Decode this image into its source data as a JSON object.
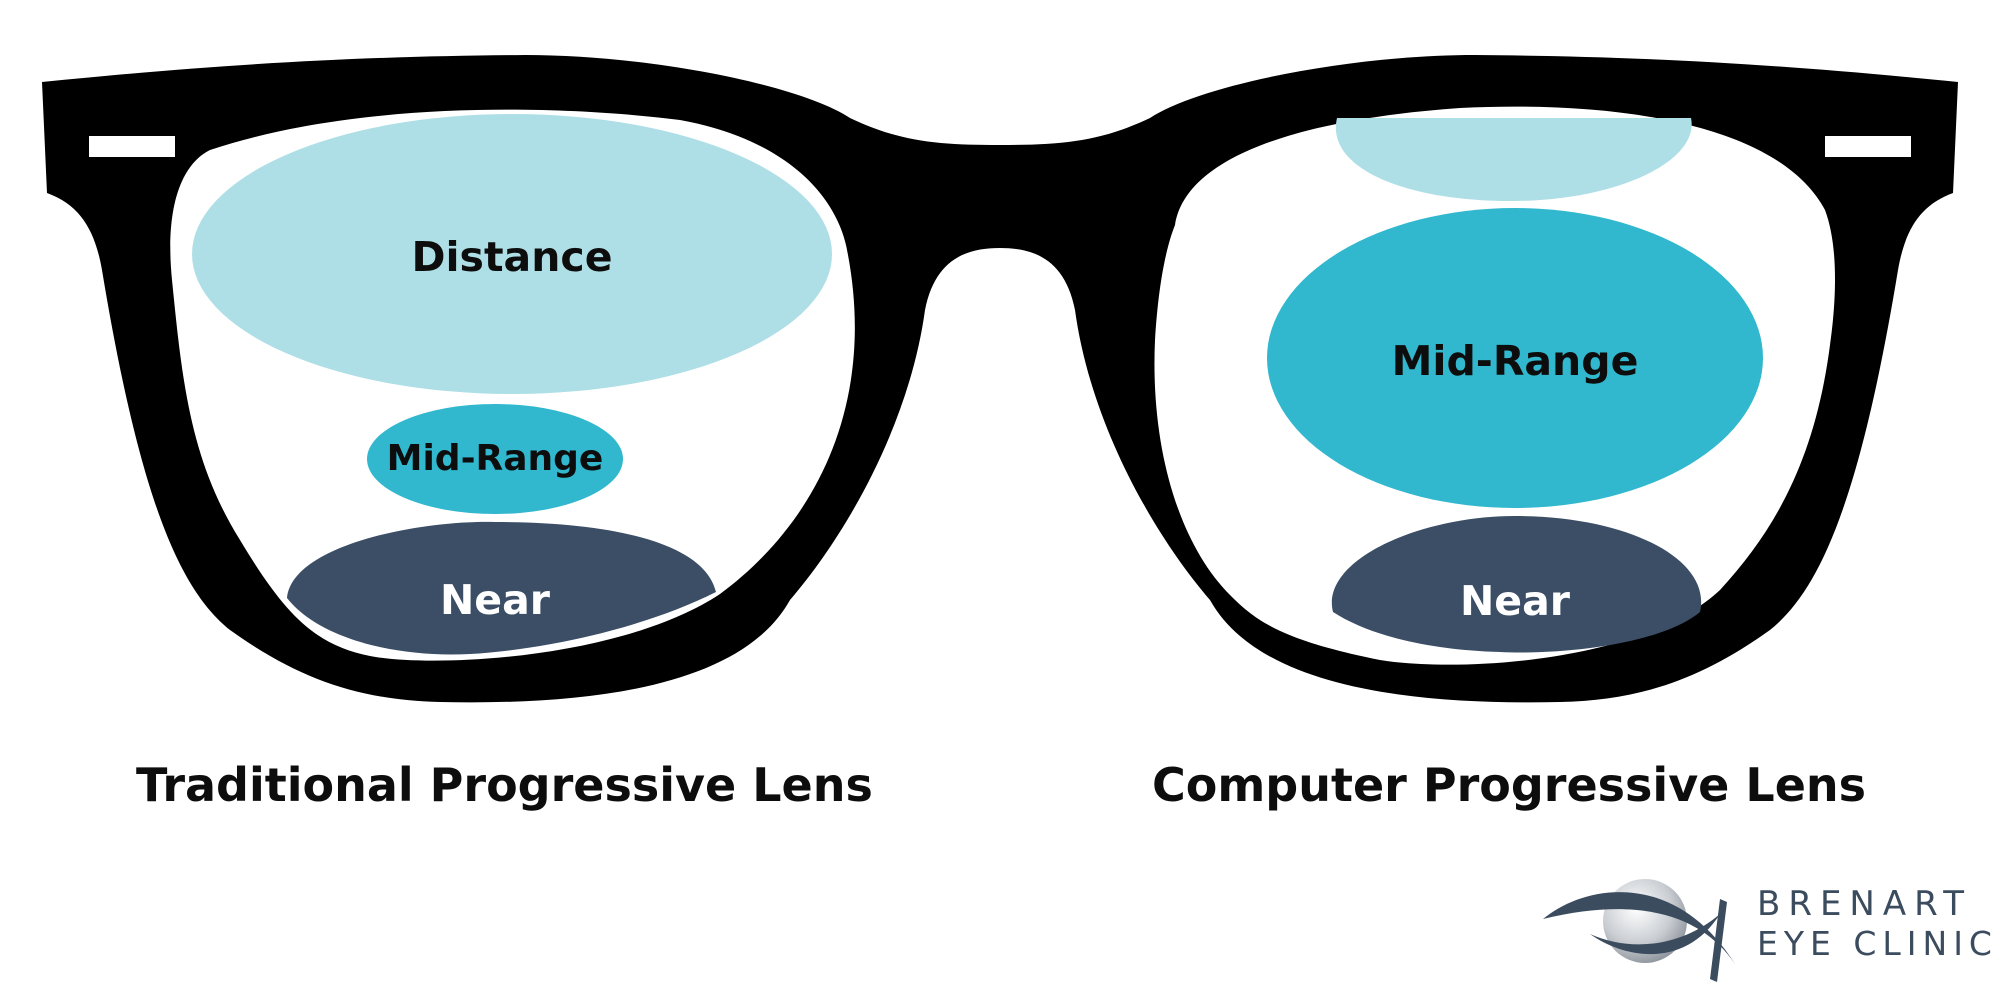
{
  "lenses": {
    "left": {
      "caption": "Traditional Progressive Lens",
      "zones": {
        "distance": "Distance",
        "mid_range": "Mid-Range",
        "near": "Near"
      }
    },
    "right": {
      "caption": "Computer Progressive Lens",
      "zones": {
        "top": "",
        "mid_range": "Mid-Range",
        "near": "Near"
      }
    }
  },
  "colors": {
    "frame": "#000000",
    "distance_zone": "#aedfe6",
    "mid_range_zone": "#31b8ce",
    "near_zone": "#3b4e66",
    "dark_label": "#0d0d0d",
    "light_label": "#ffffff",
    "logo_text": "#3c4c5f"
  },
  "logo": {
    "line1": "BRENART",
    "line2": "EYE CLINIC"
  }
}
